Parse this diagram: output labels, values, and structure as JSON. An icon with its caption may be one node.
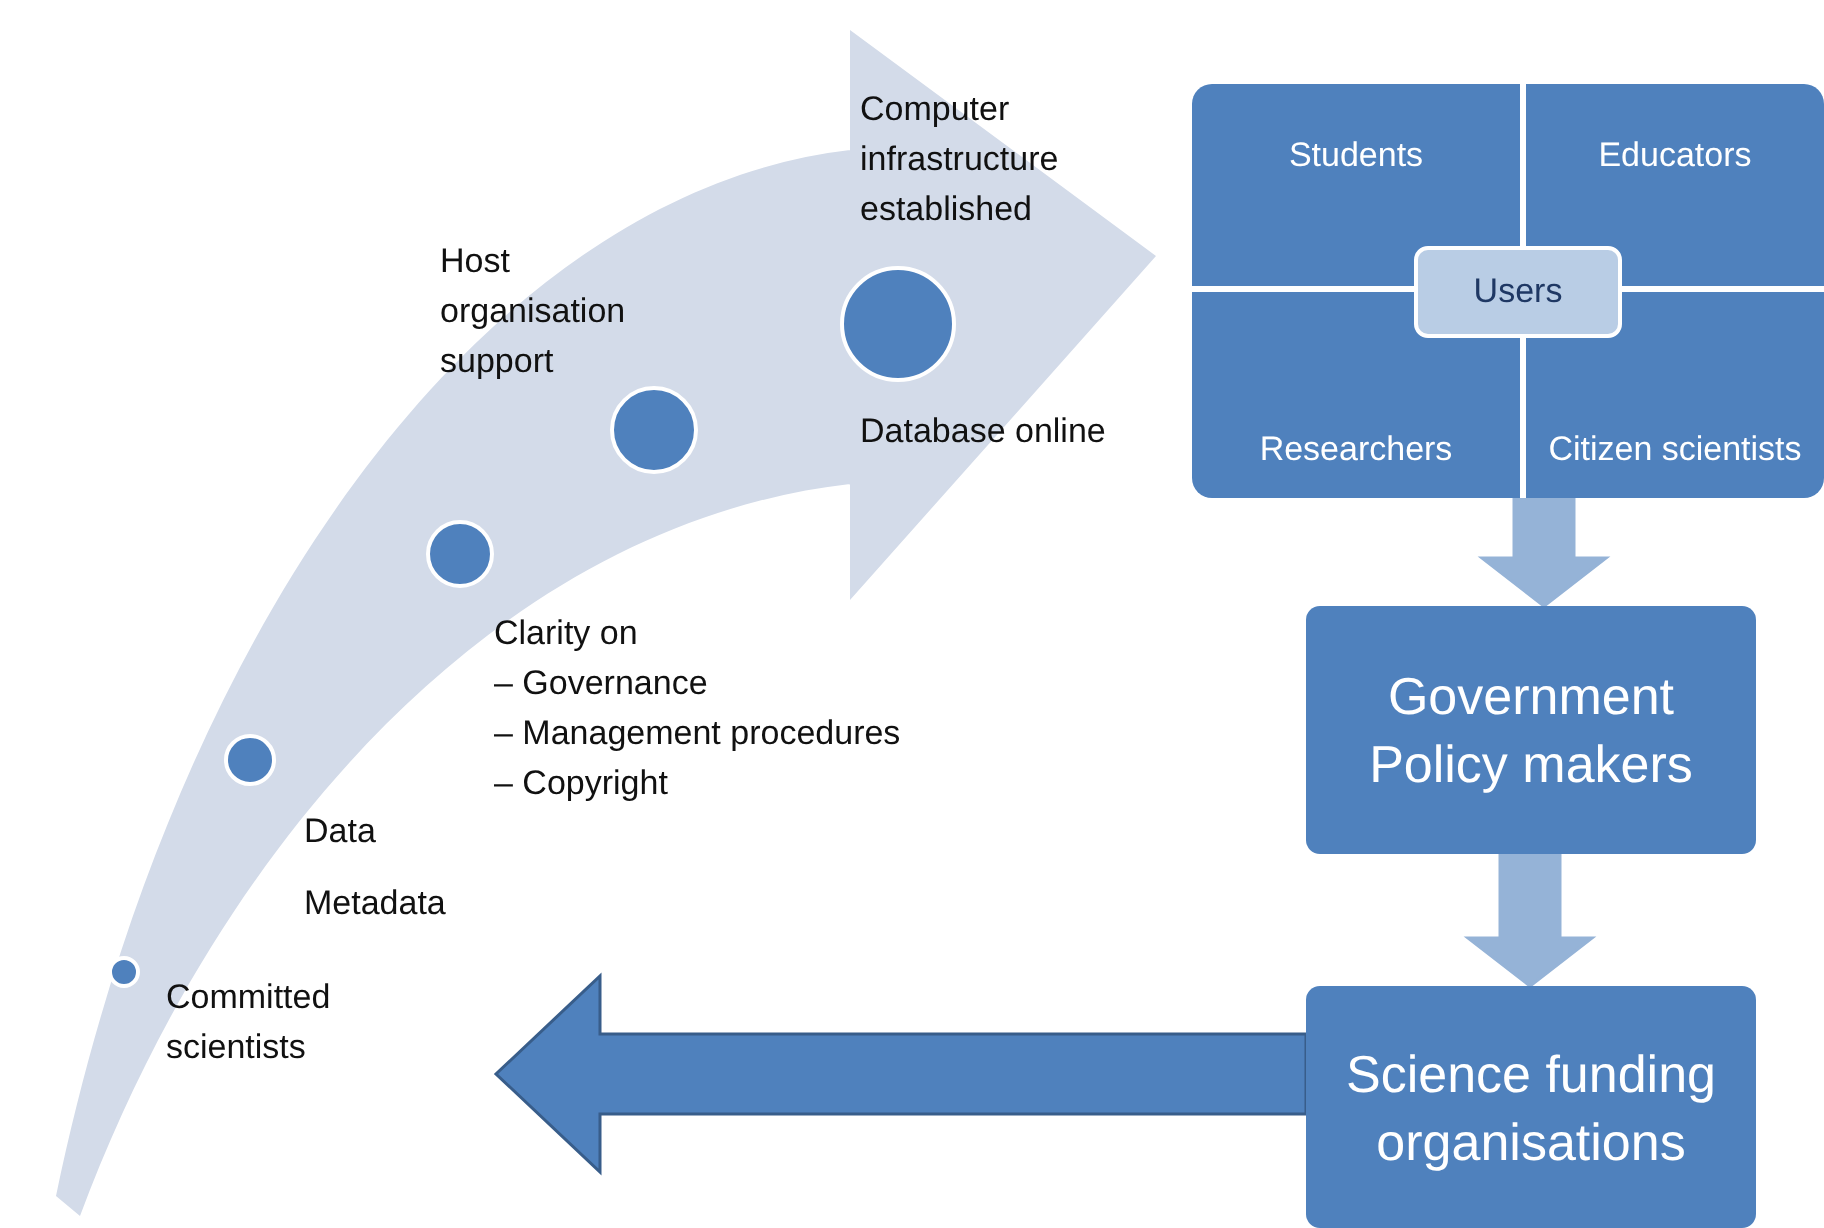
{
  "diagram": {
    "nodes": [
      {
        "text": [],
        "shape": "circle",
        "beside": [
          "Committed scientists"
        ]
      },
      {
        "text": [],
        "shape": "circle",
        "beside": [
          "Data",
          "Metadata"
        ]
      },
      {
        "text": [],
        "shape": "circle",
        "beside": [
          "Clarity on",
          "– Governance",
          "– Management procedures",
          "– Copyright"
        ]
      },
      {
        "text": [],
        "shape": "circle",
        "beside": [
          "Host organisation support"
        ]
      },
      {
        "text": [],
        "shape": "circle",
        "beside": [
          "Computer infrastructure established",
          "Database online"
        ]
      },
      {
        "text": [],
        "shape": "box"
      },
      {
        "text": [
          "Students"
        ],
        "in": 5
      },
      {
        "text": [
          "Educators"
        ],
        "in": 5
      },
      {
        "text": [
          "Researchers"
        ],
        "in": 5
      },
      {
        "text": [
          "Citizen scientists"
        ],
        "in": 5
      },
      {
        "text": [
          "Users"
        ],
        "in": 5
      },
      {
        "text": [
          "Government Policy makers"
        ]
      },
      {
        "text": [
          "Science funding organisations"
        ]
      }
    ],
    "edges": [
      {
        "from": 5,
        "to": 11,
        "arrow": "to",
        "style": "thick",
        "color": "#95b3d7"
      },
      {
        "from": 11,
        "to": 12,
        "arrow": "to",
        "style": "thick",
        "color": "#95b3d7"
      },
      {
        "from": 12,
        "to": null,
        "arrow": "to",
        "style": "thick",
        "color": "#4f81bd"
      }
    ]
  }
}
